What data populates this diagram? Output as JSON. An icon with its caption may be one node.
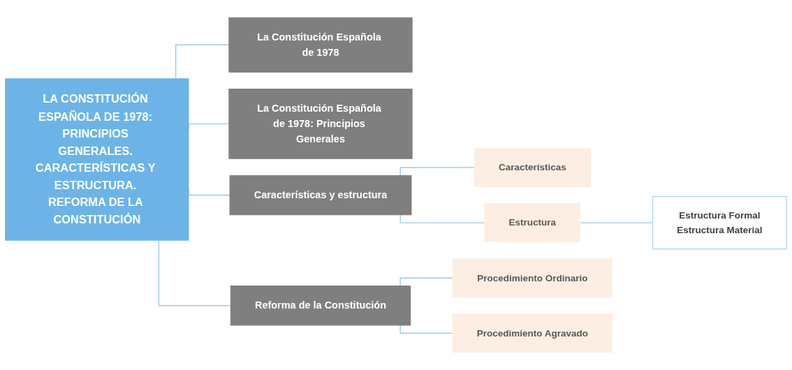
{
  "diagram": {
    "nodes": [
      {
        "text": [
          "LA CONSTITUCIÓN ESPAÑOLA DE 1978: PRINCIPIOS GENERALES. CARACTERÍSTICAS Y ESTRUCTURA. REFORMA DE LA CONSTITUCIÓN"
        ]
      },
      {
        "text": [
          "La Constitución Española de 1978"
        ]
      },
      {
        "text": [
          "La Constitución Española de 1978: Principios Generales"
        ]
      },
      {
        "text": [
          "Características y estructura"
        ]
      },
      {
        "text": [
          "Reforma de la Constitución"
        ]
      },
      {
        "text": [
          "Características"
        ]
      },
      {
        "text": [
          "Estructura"
        ]
      },
      {
        "text": [
          "Estructura Formal",
          "Estructura Material"
        ]
      },
      {
        "text": [
          "Procedimiento Ordinario"
        ]
      },
      {
        "text": [
          "Procedimiento Agravado"
        ]
      }
    ],
    "edges": [
      {
        "from": 0,
        "to": 1,
        "arrow": "none"
      },
      {
        "from": 0,
        "to": 2,
        "arrow": "none"
      },
      {
        "from": 0,
        "to": 3,
        "arrow": "none"
      },
      {
        "from": 0,
        "to": 4,
        "arrow": "none"
      },
      {
        "from": 3,
        "to": 5,
        "arrow": "none"
      },
      {
        "from": 3,
        "to": 6,
        "arrow": "none"
      },
      {
        "from": 6,
        "to": 7,
        "arrow": "none"
      },
      {
        "from": 4,
        "to": 8,
        "arrow": "none"
      },
      {
        "from": 4,
        "to": 9,
        "arrow": "none"
      }
    ]
  }
}
